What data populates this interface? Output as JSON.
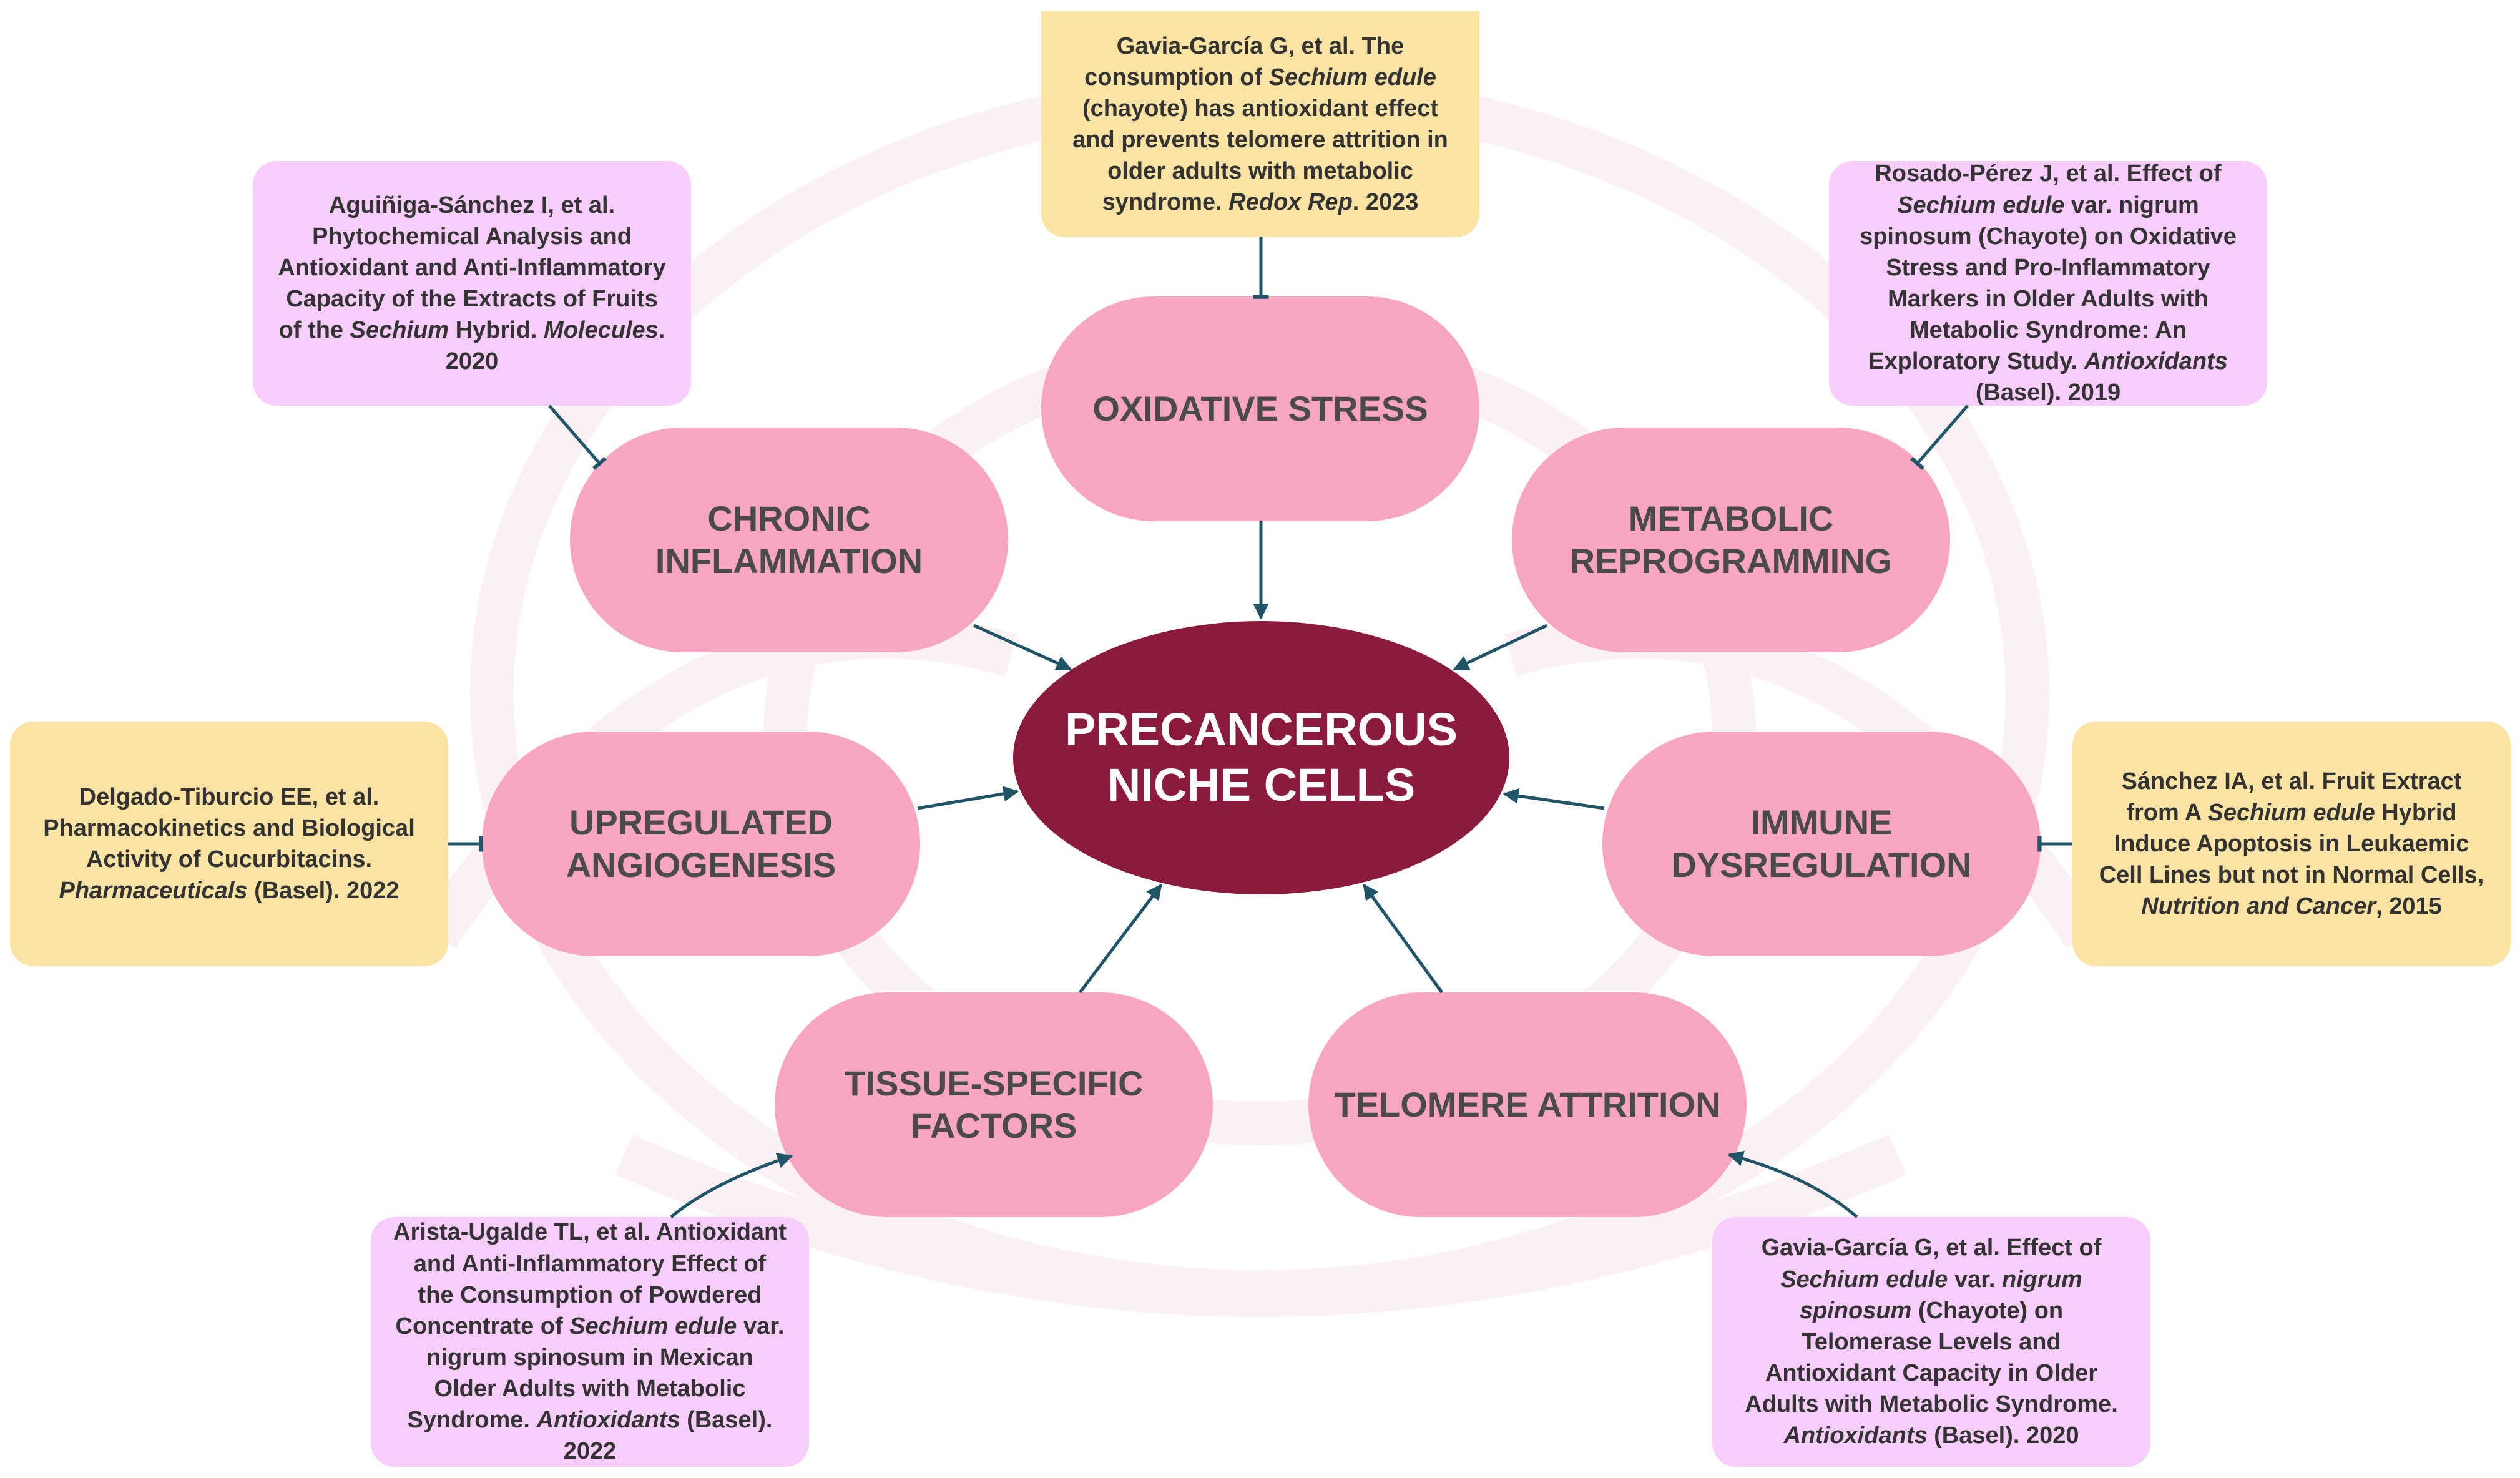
{
  "colors": {
    "background": "#ffffff",
    "watermark": "#fbf0f3",
    "node_fill": "#f8a5c2",
    "node_text": "#4a4a4a",
    "center_fill": "#8b1a3c",
    "center_text": "#ffffff",
    "ref_pink": "#f8ccfb",
    "ref_yellow": "#fbe3a3",
    "arrow": "#1f5566"
  },
  "center": {
    "line1": "PRECANCEROUS",
    "line2": "NICHE CELLS"
  },
  "nodes": {
    "oxidative_stress": {
      "line1": "OXIDATIVE STRESS"
    },
    "chronic_inflammation": {
      "line1": "CHRONIC",
      "line2": "INFLAMMATION"
    },
    "metabolic_reprogramming": {
      "line1": "METABOLIC",
      "line2": "REPROGRAMMING"
    },
    "upregulated_angiogenesis": {
      "line1": "UPREGULATED",
      "line2": "ANGIOGENESIS"
    },
    "immune_dysregulation": {
      "line1": "IMMUNE",
      "line2": "DYSREGULATION"
    },
    "tissue_specific_factors": {
      "line1": "TISSUE-SPECIFIC",
      "line2": "FACTORS"
    },
    "telomere_attrition": {
      "line1": "TELOMERE ATTRITION"
    }
  },
  "references": {
    "gavia_2023": {
      "color": "yellow",
      "segments": [
        {
          "text": "Gavia-García G, et al. The consumption of ",
          "italic": false
        },
        {
          "text": "Sechium edule",
          "italic": true
        },
        {
          "text": " (chayote) has antioxidant effect and prevents telomere attrition in older adults with metabolic syndrome. ",
          "italic": false
        },
        {
          "text": "Redox Rep",
          "italic": true
        },
        {
          "text": ". 2023",
          "italic": false
        }
      ]
    },
    "aguiniga_2020": {
      "color": "pink",
      "segments": [
        {
          "text": "Aguiñiga-Sánchez I, et al. Phytochemical Analysis and Antioxidant and Anti-Inflammatory Capacity of the Extracts of Fruits of the ",
          "italic": false
        },
        {
          "text": "Sechium",
          "italic": true
        },
        {
          "text": " Hybrid. ",
          "italic": false
        },
        {
          "text": "Molecules",
          "italic": true
        },
        {
          "text": ". 2020",
          "italic": false
        }
      ]
    },
    "rosado_2019": {
      "color": "pink",
      "segments": [
        {
          "text": "Rosado-Pérez J, et al. Effect of ",
          "italic": false
        },
        {
          "text": "Sechium edule",
          "italic": true
        },
        {
          "text": " var. nigrum spinosum (Chayote) on Oxidative Stress and Pro-Inflammatory Markers in Older Adults with Metabolic Syndrome: An Exploratory Study. ",
          "italic": false
        },
        {
          "text": "Antioxidants",
          "italic": true
        },
        {
          "text": " (Basel). 2019",
          "italic": false
        }
      ]
    },
    "delgado_2022": {
      "color": "yellow",
      "segments": [
        {
          "text": "Delgado-Tiburcio EE, et al. Pharmacokinetics and Biological Activity of Cucurbitacins. ",
          "italic": false
        },
        {
          "text": "Pharmaceuticals",
          "italic": true
        },
        {
          "text": " (Basel). 2022",
          "italic": false
        }
      ]
    },
    "sanchez_2015": {
      "color": "yellow",
      "segments": [
        {
          "text": "Sánchez IA, et al. Fruit Extract from A ",
          "italic": false
        },
        {
          "text": "Sechium edule",
          "italic": true
        },
        {
          "text": " Hybrid Induce Apoptosis in Leukaemic Cell Lines but not in Normal Cells, ",
          "italic": false
        },
        {
          "text": "Nutrition and Cancer",
          "italic": true
        },
        {
          "text": ", 2015",
          "italic": false
        }
      ]
    },
    "arista_2022": {
      "color": "pink",
      "segments": [
        {
          "text": "Arista-Ugalde TL, et al. Antioxidant and Anti-Inflammatory Effect of the Consumption of Powdered Concentrate of ",
          "italic": false
        },
        {
          "text": "Sechium edule",
          "italic": true
        },
        {
          "text": " var. nigrum spinosum in Mexican Older Adults with Metabolic Syndrome. ",
          "italic": false
        },
        {
          "text": "Antioxidants",
          "italic": true
        },
        {
          "text": " (Basel). 2022",
          "italic": false
        }
      ]
    },
    "gavia_2020": {
      "color": "pink",
      "segments": [
        {
          "text": "Gavia-García G, et al. Effect of ",
          "italic": false
        },
        {
          "text": "Sechium edule",
          "italic": true
        },
        {
          "text": " var. ",
          "italic": false
        },
        {
          "text": "nigrum spinosum",
          "italic": true
        },
        {
          "text": " (Chayote) on Telomerase Levels and Antioxidant Capacity in Older Adults with Metabolic Syndrome. ",
          "italic": false
        },
        {
          "text": "Antioxidants",
          "italic": true
        },
        {
          "text": " (Basel). 2020",
          "italic": false
        }
      ]
    }
  }
}
